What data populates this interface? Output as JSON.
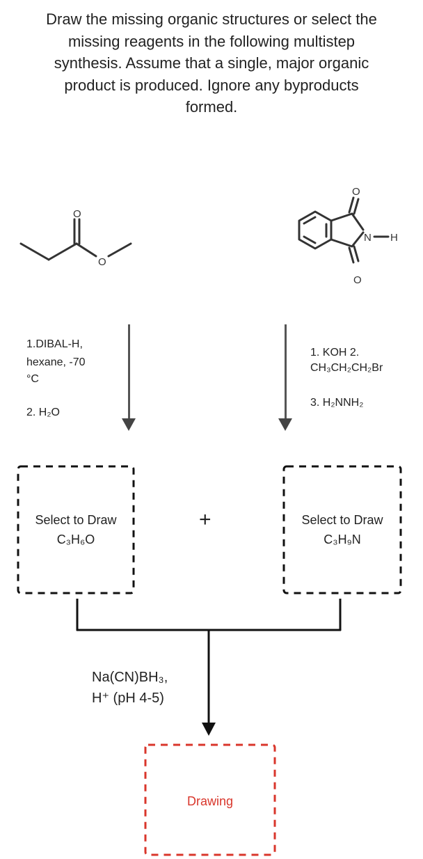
{
  "prompt": {
    "lines": [
      "Draw the missing organic structures or select the",
      "missing reagents in the following multistep",
      "synthesis. Assume that a single, major organic",
      "product is produced. Ignore any byproducts",
      "formed."
    ]
  },
  "left_start": {
    "atoms": {
      "carbonyl_o": "O",
      "ester_o": "O"
    }
  },
  "right_start": {
    "atoms": {
      "o_top": "O",
      "o_bottom": "O",
      "n": "N",
      "h": "H"
    }
  },
  "left_reagents": {
    "lines": [
      "1.DIBAL-H,",
      "hexane, -70",
      "°C"
    ],
    "step2": "2. H₂O"
  },
  "right_reagents": {
    "line1": "1. KOH  2.",
    "line2": "CH₃CH₂CH₂Br",
    "step3": "3. H₂NNH₂"
  },
  "left_box": {
    "label": "Select to Draw",
    "formula": "C₃H₆O"
  },
  "right_box": {
    "label": "Select to Draw",
    "formula": "C₃H₉N"
  },
  "plus": "+",
  "combine_reagents": {
    "line1": "Na(CN)BH₃,",
    "line2": "H⁺ (pH 4-5)"
  },
  "product_box": {
    "label": "Drawing"
  },
  "colors": {
    "text": "#222222",
    "accent_red": "#d9362b",
    "dash": "#111111"
  }
}
